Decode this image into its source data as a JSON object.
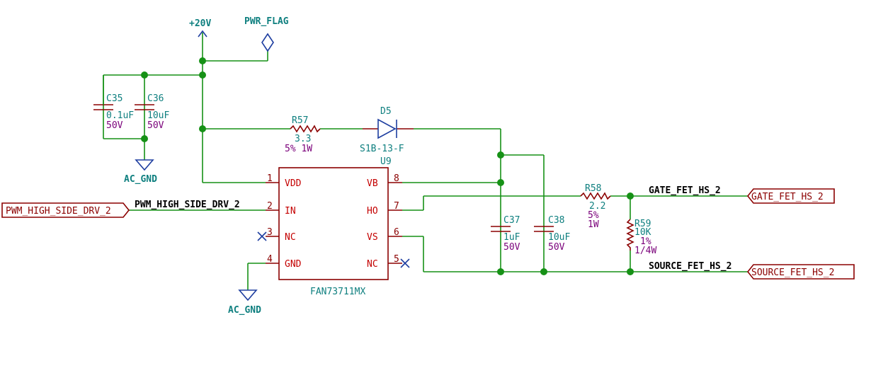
{
  "power": {
    "plus20v": "+20V",
    "pwr_flag": "PWR_FLAG",
    "ac_gnd_top": "AC_GND",
    "ac_gnd_bottom": "AC_GND"
  },
  "caps": {
    "c35": {
      "ref": "C35",
      "value": "0.1uF",
      "voltage": "50V"
    },
    "c36": {
      "ref": "C36",
      "value": "10uF",
      "voltage": "50V"
    },
    "c37": {
      "ref": "C37",
      "value": "1uF",
      "voltage": "50V"
    },
    "c38": {
      "ref": "C38",
      "value": "10uF",
      "voltage": "50V"
    }
  },
  "resistors": {
    "r57": {
      "ref": "R57",
      "value": "3.3",
      "tol": "5% 1W"
    },
    "r58": {
      "ref": "R58",
      "value": "2.2",
      "tol": "5%",
      "power": "1W"
    },
    "r59": {
      "ref": "R59",
      "value": "10K",
      "tol": "1%",
      "power": "1/4W"
    }
  },
  "diode": {
    "ref": "D5",
    "value": "S1B-13-F"
  },
  "ic": {
    "ref": "U9",
    "value": "FAN73711MX",
    "left_pins": [
      {
        "num": "1",
        "name": "VDD"
      },
      {
        "num": "2",
        "name": "IN"
      },
      {
        "num": "3",
        "name": "NC"
      },
      {
        "num": "4",
        "name": "GND"
      }
    ],
    "right_pins": [
      {
        "num": "8",
        "name": "VB"
      },
      {
        "num": "7",
        "name": "HO"
      },
      {
        "num": "6",
        "name": "VS"
      },
      {
        "num": "5",
        "name": "NC"
      }
    ]
  },
  "nets": {
    "pwm": "PWM_HIGH_SIDE_DRV_2",
    "gate": "GATE_FET_HS_2",
    "source": "SOURCE_FET_HS_2"
  },
  "global_labels": {
    "pwm": "PWM_HIGH_SIDE_DRV_2",
    "gate": "GATE_FET_HS_2",
    "source": "SOURCE_FET_HS_2"
  },
  "colors": {
    "wire": "#169116",
    "component": "#8b0000",
    "symbol": "#1e3ea0",
    "reference": "#0e7f7f",
    "field": "#7a007a"
  }
}
